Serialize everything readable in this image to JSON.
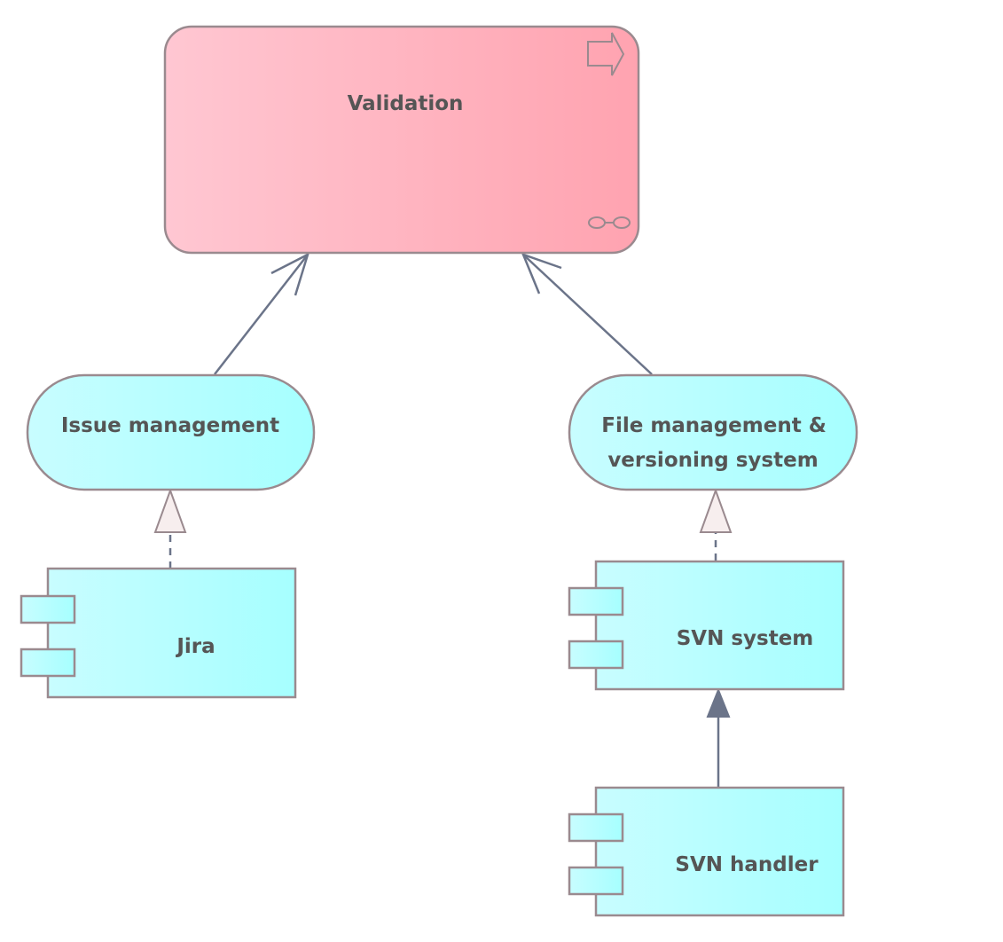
{
  "diagram": {
    "nodes": {
      "validation": {
        "label": "Validation",
        "type": "business-process",
        "icons": [
          "process-arrow-icon",
          "interaction-icon"
        ],
        "fill_start": "#FFC7D2",
        "fill_end": "#FFA3B0"
      },
      "issue_management": {
        "label": "Issue management",
        "type": "application-service",
        "fill_start": "#C8FDFF",
        "fill_end": "#A6FFFF"
      },
      "file_management": {
        "label_line1": "File management &",
        "label_line2": "versioning system",
        "type": "application-service",
        "fill_start": "#C8FDFF",
        "fill_end": "#A6FFFF"
      },
      "jira": {
        "label": "Jira",
        "type": "application-component",
        "icons": [
          "component-icon"
        ],
        "fill_start": "#C8FDFF",
        "fill_end": "#A6FFFF"
      },
      "svn_system": {
        "label": "SVN system",
        "type": "application-component",
        "icons": [
          "component-icon"
        ],
        "fill_start": "#C8FDFF",
        "fill_end": "#A6FFFF"
      },
      "svn_handler": {
        "label": "SVN handler",
        "type": "application-component",
        "icons": [
          "component-icon"
        ],
        "fill_start": "#C8FDFF",
        "fill_end": "#A6FFFF"
      }
    },
    "edges": [
      {
        "id": "issue-management-to-validation",
        "from": "Issue management",
        "to": "Validation",
        "kind": "serving"
      },
      {
        "id": "file-management-to-validation",
        "from": "File management & versioning system",
        "to": "Validation",
        "kind": "serving"
      },
      {
        "id": "jira-to-issue-management",
        "from": "Jira",
        "to": "Issue management",
        "kind": "realization"
      },
      {
        "id": "svn-system-to-file-management",
        "from": "SVN system",
        "to": "File management & versioning system",
        "kind": "realization"
      },
      {
        "id": "svn-handler-to-svn-system",
        "from": "SVN handler",
        "to": "SVN system",
        "kind": "specialization"
      }
    ],
    "colors": {
      "node_stroke": "#9A8A8F",
      "edge_stroke": "#6B7489",
      "text": "#555555",
      "realization_head_fill": "#F7EEEE"
    }
  }
}
